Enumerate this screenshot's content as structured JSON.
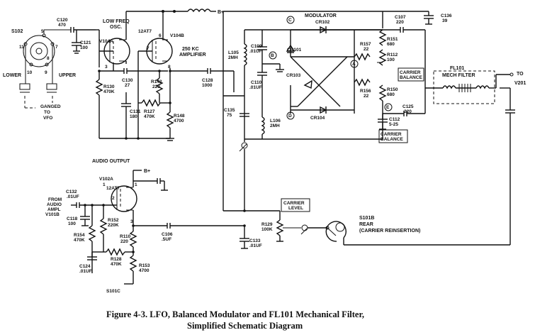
{
  "caption": {
    "line1": "Figure 4-3.  LFO, Balanced Modulator and FL101 Mechanical Filter,",
    "line2": "Simplified Schematic Diagram"
  },
  "labels": {
    "s102": "S102",
    "n5": "5",
    "n11": "11",
    "n7": "7",
    "n8": "8",
    "n10": "10",
    "n9": "9",
    "lower": "LOWER",
    "upper": "UPPER",
    "ganged1": "GANGED",
    "ganged2": "TO",
    "ganged3": "VFO",
    "c120": "C120",
    "c120v": "470",
    "c121": "C121",
    "c121v": "100",
    "lowfreq1": "LOW FREQ",
    "lowfreq2": "OSC.",
    "v104a": "V104A",
    "t12at7": "12AT7",
    "v104b": "V104B",
    "bplus1": "B+",
    "amp1": "250 KC",
    "amp2": "AMPLIFIER",
    "r130": "R130",
    "r130v": "470K",
    "c130": "C130",
    "c130v": "27",
    "r142": "R142",
    "r142v": "220",
    "c128": "C128",
    "c128v": "1000",
    "c131": "C131",
    "c131v": "180",
    "r127": "R127",
    "r127v": "470K",
    "r148": "R148",
    "r148v": "4700",
    "l105": "L105",
    "l105v": "2MH",
    "c109": "C109",
    "c109v": ".01UF",
    "c110": "C110",
    "c110v": ".01UF",
    "c135": "C135",
    "c135v": "75",
    "l106": "L106",
    "l106v": "2MH",
    "modulator": "MODULATOR",
    "cr102": "CR102",
    "cr101": "CR101",
    "cr103": "CR103",
    "cr104": "CR104",
    "r157": "R157",
    "r157v": "22",
    "r156": "R156",
    "r156v": "22",
    "r151": "R151",
    "r151v": "680",
    "r112": "R112",
    "r112v": "100",
    "r150": "R150",
    "r150v": "680",
    "cb1a": "CARRIER",
    "cb1b": "BALANCE",
    "cb2a": "CARRIER",
    "cb2b": "BALANCE",
    "c107": "C107",
    "c107v": "220",
    "c136": "C136",
    "c136v": "39",
    "c125": "C125",
    "c125v": "220",
    "c112": "C112",
    "c112v": "5-25",
    "fl101": "FL101",
    "mechfilter": "MECH FILTER",
    "to": "TO",
    "v201": "V201",
    "nC": "C",
    "nB": "B",
    "nA": "A",
    "nD": "D",
    "nE": "E",
    "audioout": "AUDIO OUTPUT",
    "bplus2": "B+",
    "v102a": "V102A",
    "half1": "1",
    "half2": "2",
    "t12at7b": "12AT7",
    "p1": "1",
    "p2": "2",
    "p3": "3",
    "c132": "C132",
    "c132v": ".01UF",
    "fromaudio1": "FROM",
    "fromaudio2": "AUDIO",
    "fromaudio3": "AMPL",
    "fromaudio4": "V101B",
    "c118": "C118",
    "c118v": "100",
    "r152": "R152",
    "r152v": "220K",
    "r154": "R154",
    "r154v": "470K",
    "r110": "R110",
    "r110v": "220",
    "c106": "C106",
    "c106v": ".5UF",
    "c124": "C124",
    "c124v": ".01UF",
    "r128": "R128",
    "r128v": "470K",
    "r153": "R153",
    "r153v": "4700",
    "s101c": "S101C",
    "carrierlevel1": "CARRIER",
    "carrierlevel2": "LEVEL",
    "r129": "R129",
    "r129v": "100K",
    "c133": "C133",
    "c133v": ".01UF",
    "s101b": "S101B",
    "rear": "REAR",
    "reinsert": "(CARRIER REINSERTION)",
    "p6": "6",
    "p7": "7",
    "p8": "8",
    "p3b": "3"
  }
}
